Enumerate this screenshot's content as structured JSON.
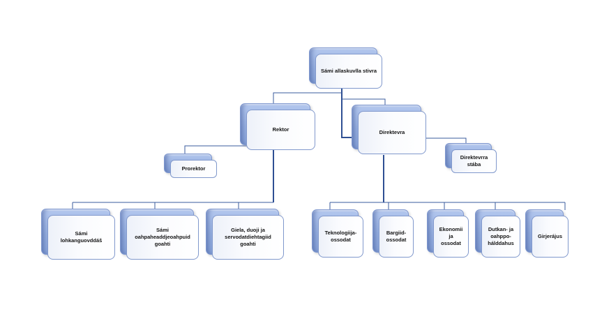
{
  "diagram": {
    "type": "org-chart",
    "colors": {
      "node_shadow_blue": "#97b0e0",
      "node_border": "#8098cc",
      "node_fill": "#fcfdfe",
      "connector": "#31539b",
      "text": "#141414"
    },
    "nodes": {
      "stivra": {
        "label": "Sámi allaskuvlla stivra",
        "parent": null
      },
      "rektor": {
        "label": "Rektor",
        "parent": "stivra"
      },
      "direktevra": {
        "label": "Direktevra",
        "parent": "stivra"
      },
      "prorektor": {
        "label": "Prorektor",
        "parent": "rektor"
      },
      "stab": {
        "label": "Direktevrra\nstába",
        "parent": "direktevra"
      },
      "lohkan": {
        "label": "Sámi\nlohkanguovddáš",
        "parent": "rektor"
      },
      "oahpa": {
        "label": "Sámi\noahpaheaddjeoahpuid\ngoahti",
        "parent": "rektor"
      },
      "giela": {
        "label": "Giela, duoji ja\nservodatdiehtagiid\ngoahti",
        "parent": "rektor"
      },
      "tekno": {
        "label": "Teknologiija-\nossodat",
        "parent": "direktevra"
      },
      "bargiid": {
        "label": "Bargiid-\nossodat",
        "parent": "direktevra"
      },
      "ekonomii": {
        "label": "Ekonomii\nja\nossodat",
        "parent": "direktevra"
      },
      "dutkan": {
        "label": "Dutkan- ja\noahppo-\nhálddahus",
        "parent": "direktevra"
      },
      "girje": {
        "label": "Girjerájus",
        "parent": "direktevra"
      }
    }
  }
}
